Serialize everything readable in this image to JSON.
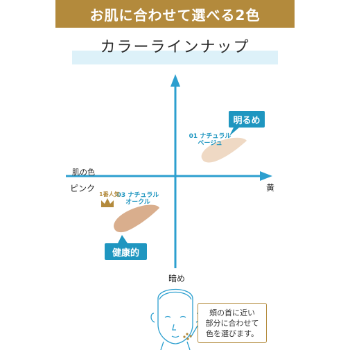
{
  "banner": {
    "text": "お肌に合わせて選べる2色"
  },
  "section": {
    "title": "カラーラインナップ"
  },
  "axes": {
    "name": "肌の色",
    "left": "ピンク",
    "right": "黄",
    "bottom": "暗め"
  },
  "shades": [
    {
      "name": "01 ナチュラル\nベージュ"
    },
    {
      "name": "03 ナチュラル\nオークル"
    }
  ],
  "badge": {
    "popular": "1番人気"
  },
  "callouts": {
    "bright": "明るめ",
    "healthy": "健康的"
  },
  "tip": {
    "text": "頬の首に近い\n部分に合わせて\n色を選びます。"
  },
  "colors": {
    "gold": "#B38A3C",
    "teal": "#1F96C0",
    "accent_blue": "#2C9FCF",
    "band": "#DDF1F9",
    "shade_01": "#EFD9C4",
    "shade_03": "#D9AE8D"
  }
}
